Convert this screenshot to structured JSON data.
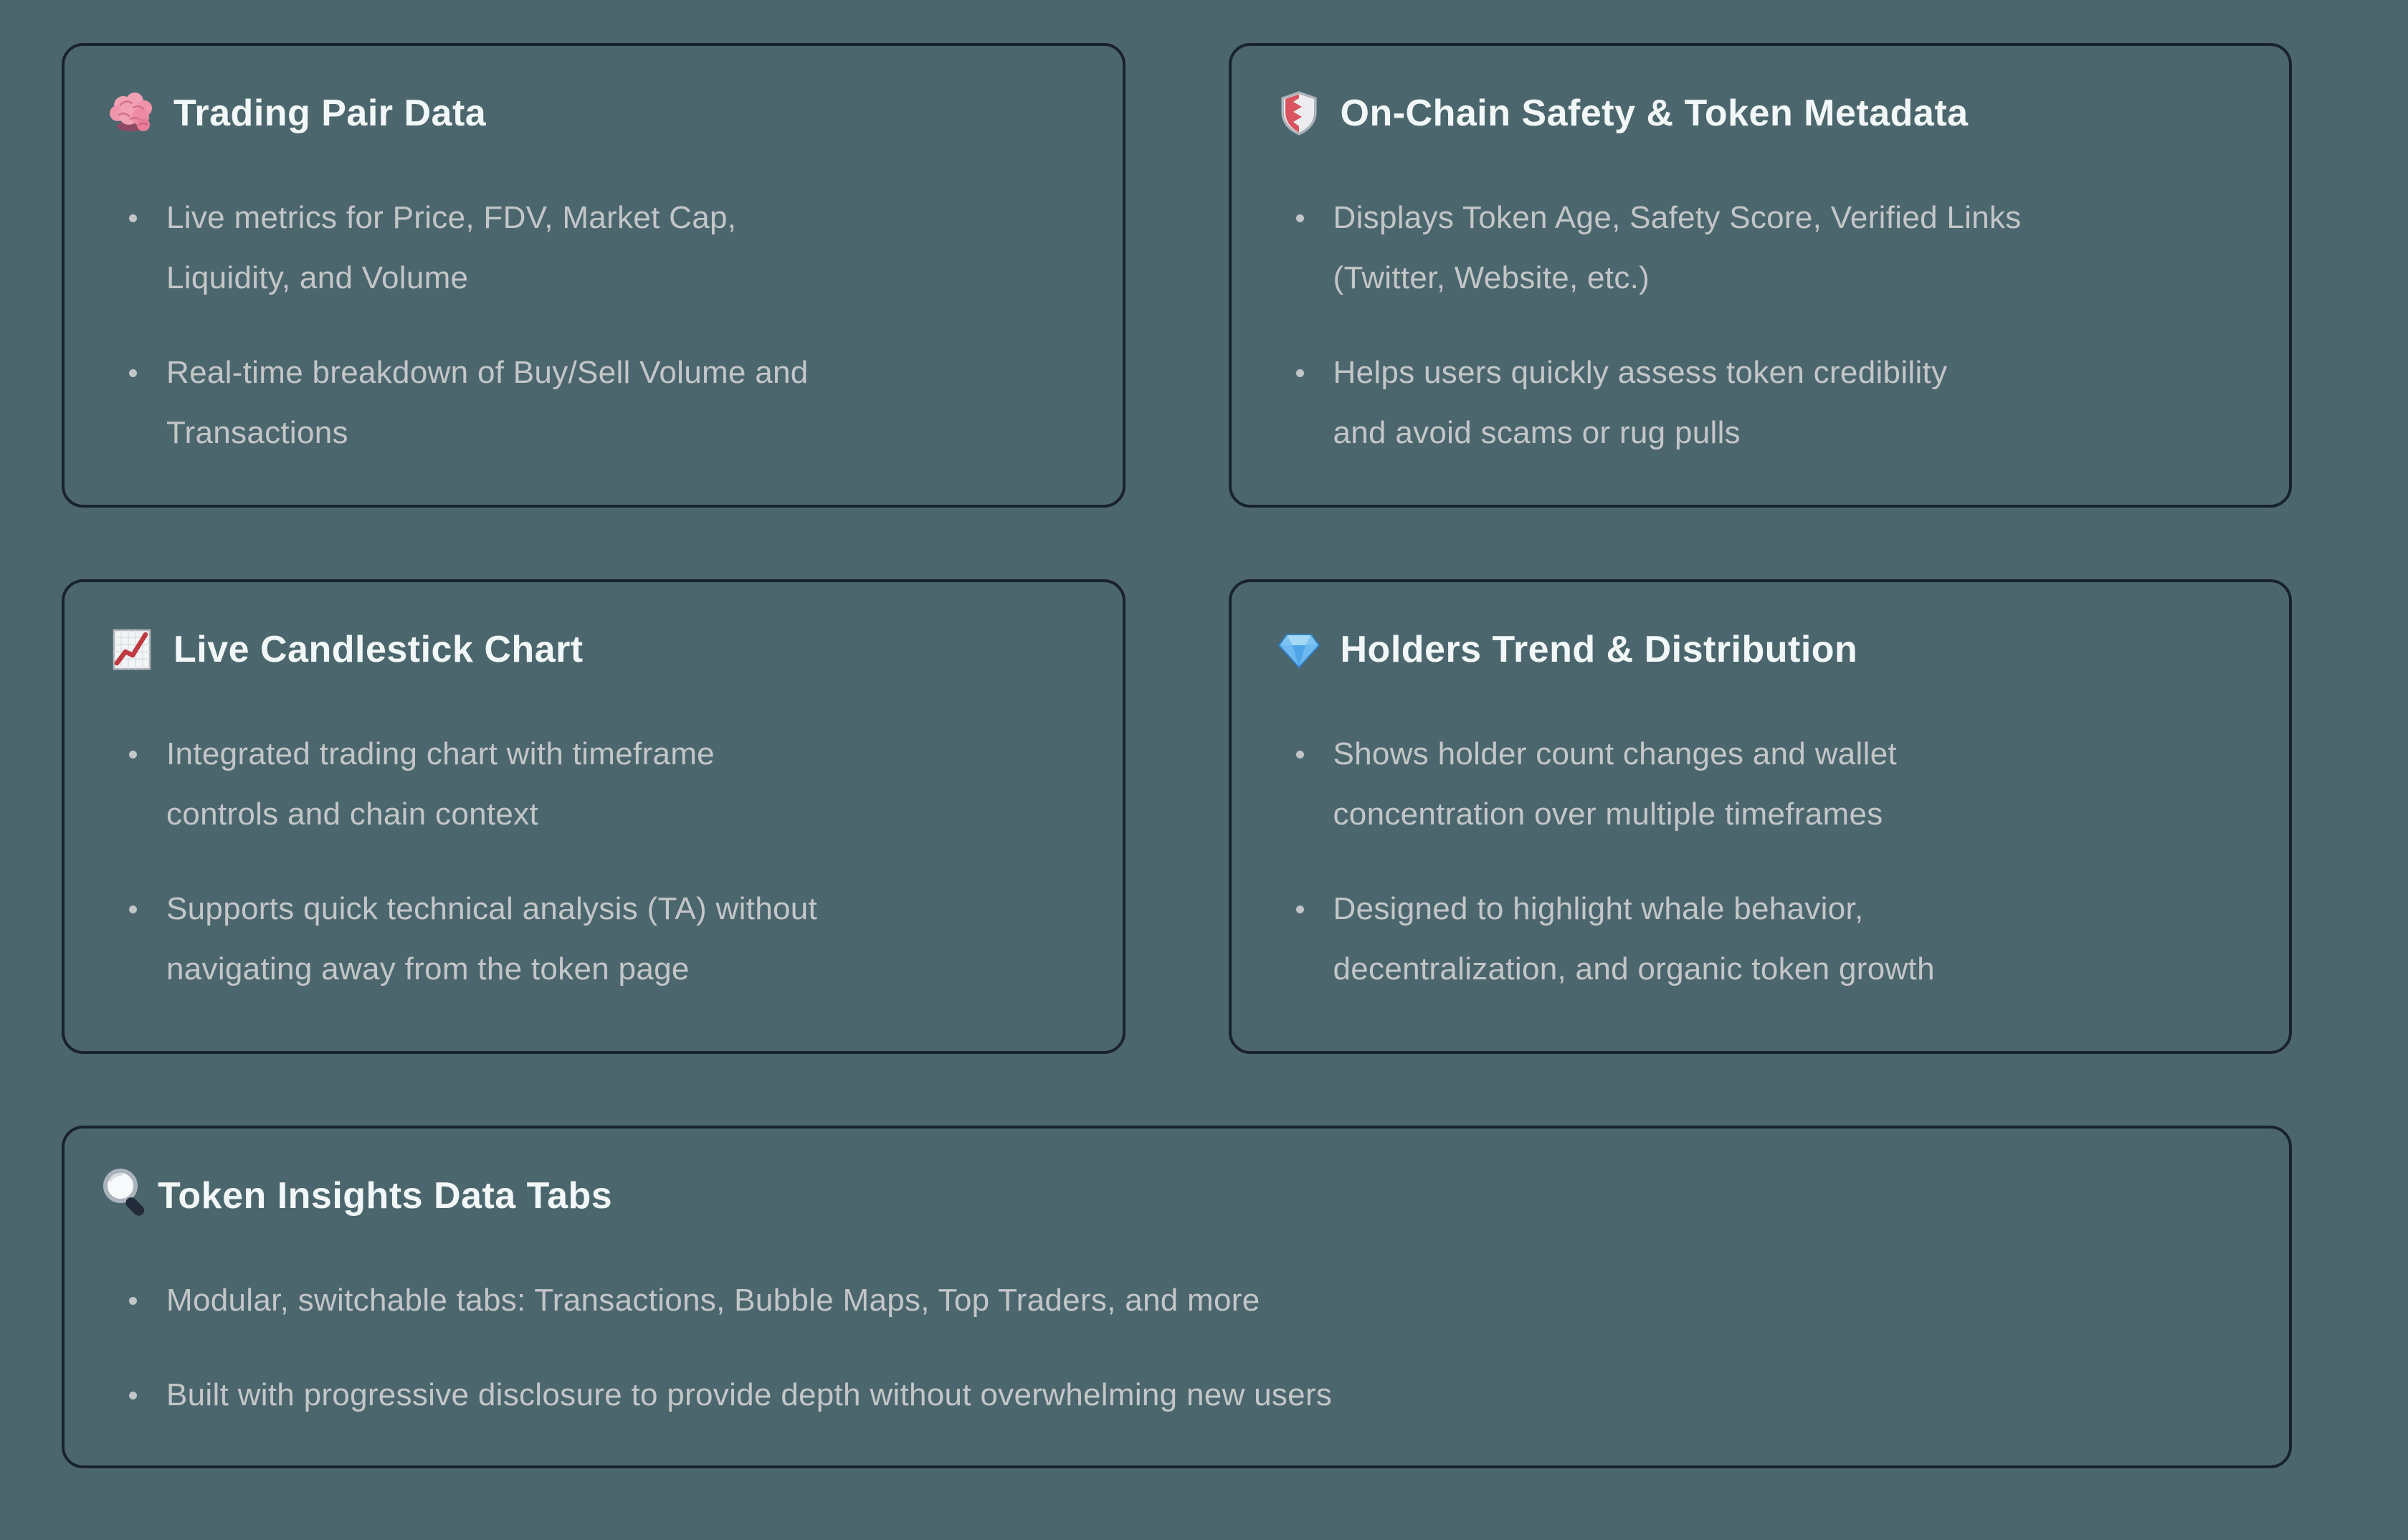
{
  "theme": {
    "background_color": "#4c666e",
    "card_border_color": "#19222f",
    "title_color": "#f2f7f8",
    "body_text_color": "#c3c6c7"
  },
  "cards": [
    {
      "icon": "brain-icon",
      "icon_char": "🧠",
      "title": "Trading Pair Data",
      "bullets": [
        "Live metrics for Price, FDV, Market Cap,\nLiquidity, and Volume",
        "Real-time breakdown of Buy/Sell Volume and\nTransactions"
      ]
    },
    {
      "icon": "shield-icon",
      "icon_char": "🛡️",
      "title": "On-Chain Safety & Token Metadata",
      "bullets": [
        "Displays Token Age, Safety Score, Verified Links\n(Twitter, Website, etc.)",
        "Helps users quickly assess token credibility\nand avoid scams or rug pulls"
      ]
    },
    {
      "icon": "chart-increasing-icon",
      "icon_char": "📈",
      "title": "Live Candlestick Chart",
      "bullets": [
        "Integrated trading chart with timeframe\ncontrols and chain context",
        "Supports quick technical analysis (TA) without\nnavigating away from the token page"
      ]
    },
    {
      "icon": "gem-icon",
      "icon_char": "💎",
      "title": "Holders Trend & Distribution",
      "bullets": [
        "Shows holder count changes and wallet\nconcentration over multiple timeframes",
        "Designed to highlight whale behavior,\ndecentralization, and organic token growth"
      ]
    },
    {
      "icon": "magnifying-glass-icon",
      "icon_char": "🔍",
      "title": "Token Insights Data Tabs",
      "bullets": [
        "Modular, switchable tabs: Transactions, Bubble Maps, Top Traders, and more",
        "Built with progressive disclosure to provide depth without overwhelming new users"
      ]
    }
  ]
}
